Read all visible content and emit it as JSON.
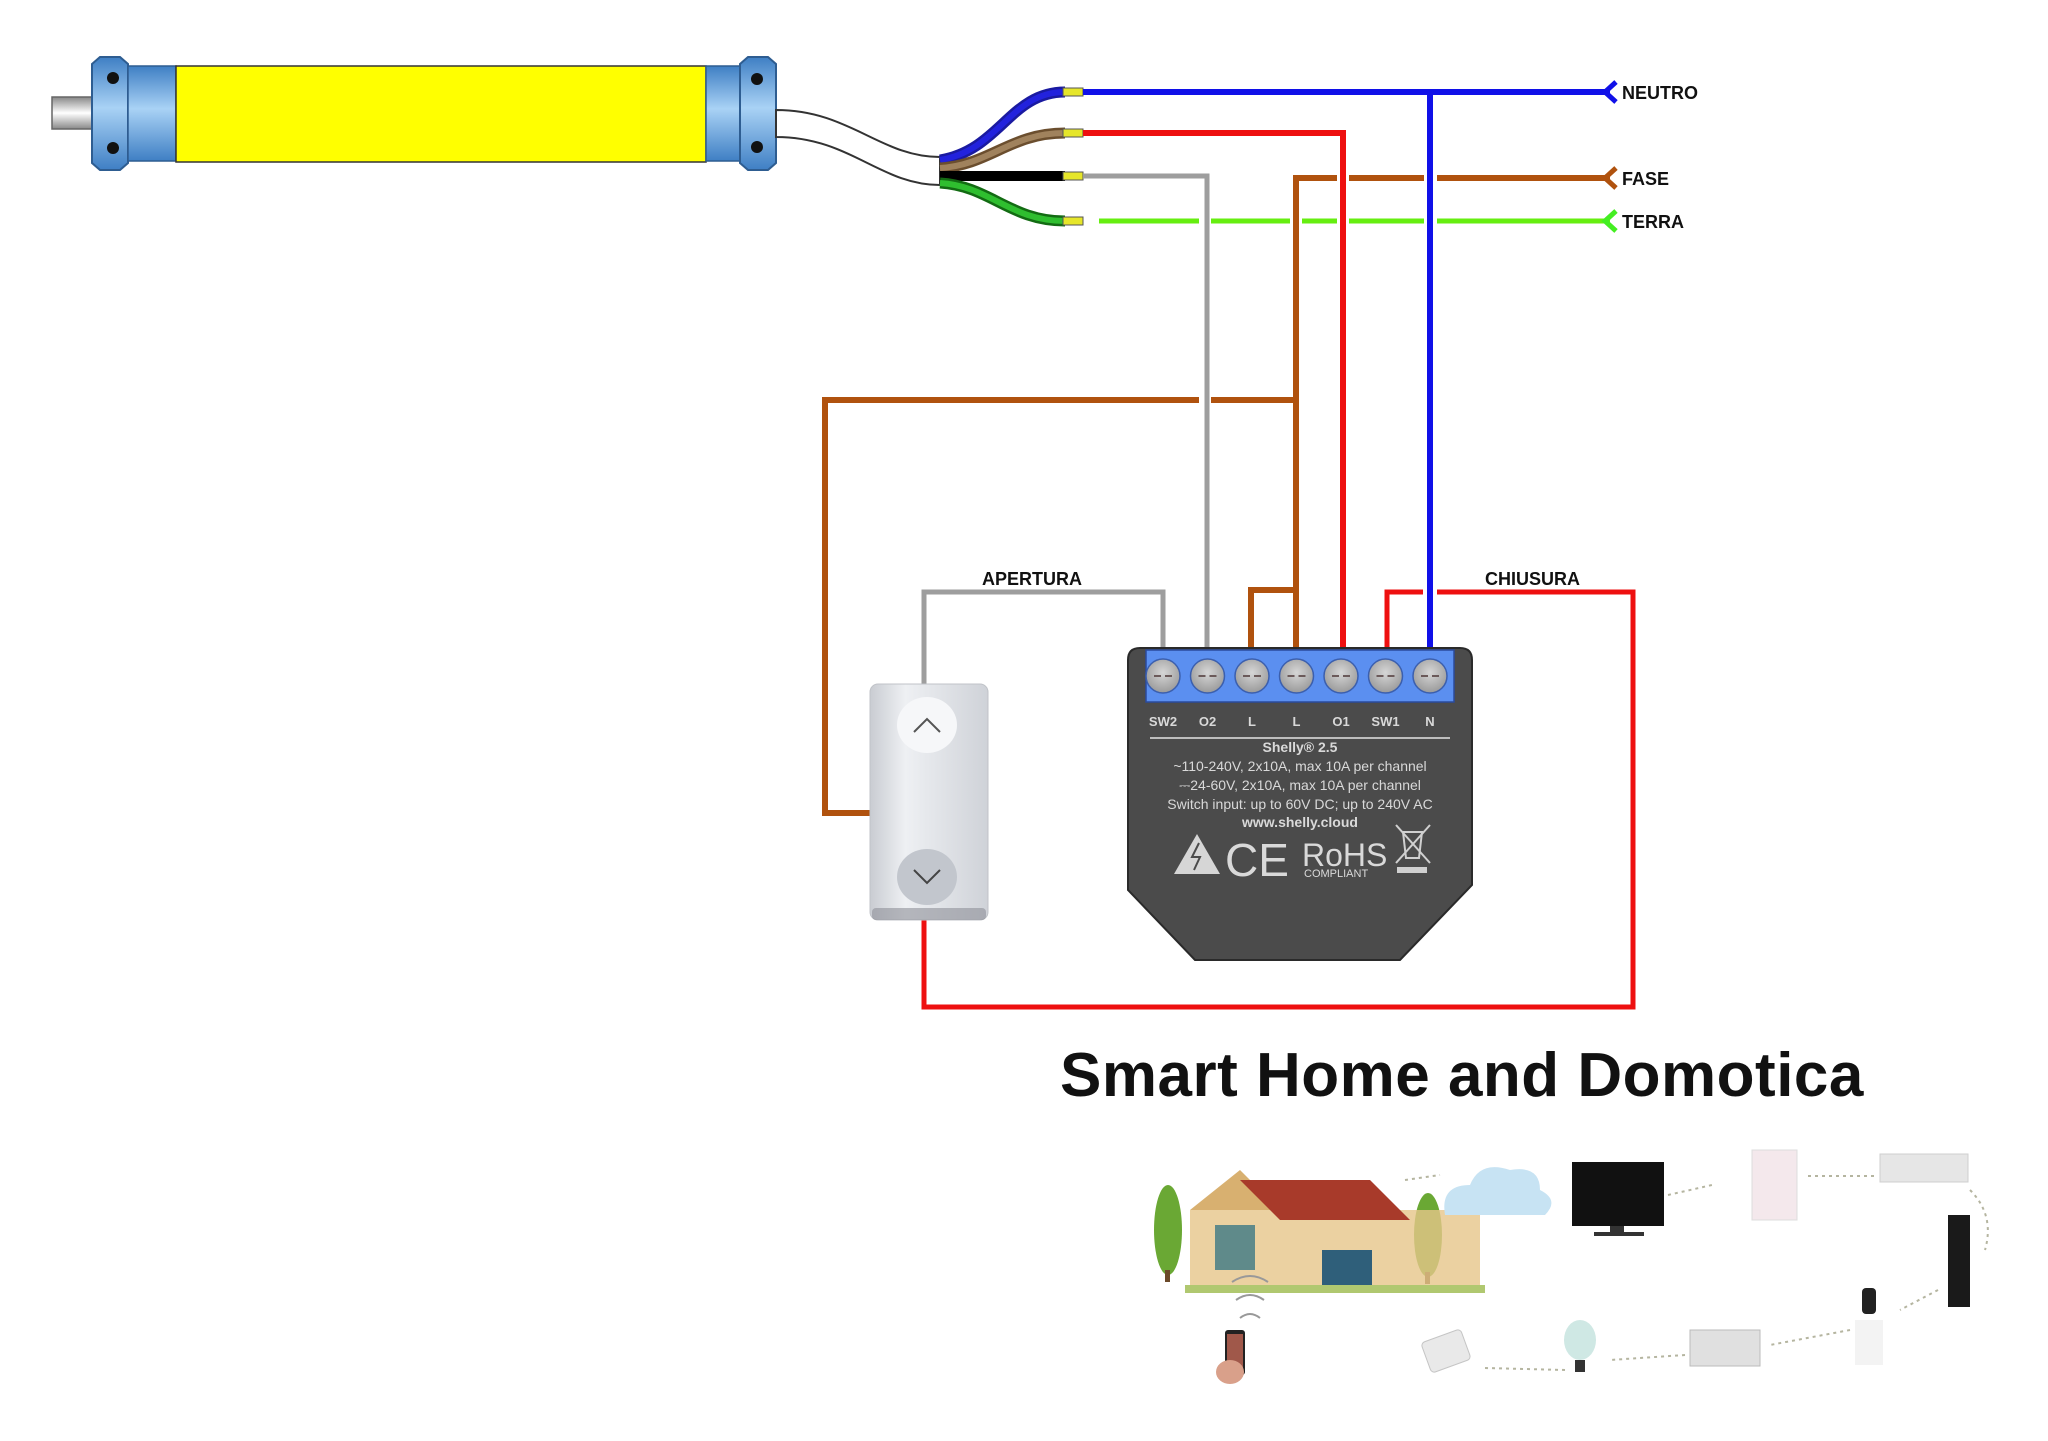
{
  "colors": {
    "neutral_blue": "#1010e8",
    "phase_brown": "#b0520e",
    "earth_green": "#66ee10",
    "output_red": "#ee1010",
    "signal_grey": "#9e9e9e",
    "motor_body": "#ffff00",
    "motor_cap": "#5a9bd8",
    "module_body": "#4a4a4a",
    "terminal_bar": "#5b8ff0"
  },
  "mains": {
    "neutral_label": "NEUTRO",
    "phase_label": "FASE",
    "earth_label": "TERRA"
  },
  "switch": {
    "open_label": "APERTURA",
    "close_label": "CHIUSURA",
    "up_icon": "chevron-up",
    "down_icon": "chevron-down"
  },
  "module": {
    "terminals": [
      "SW2",
      "O2",
      "L",
      "L",
      "O1",
      "SW1",
      "N"
    ],
    "model": "Shelly® 2.5",
    "spec_ac": "~110-240V, 2x10A, max 10A per channel",
    "spec_dc": "⎓24-60V, 2x10A, max 10A per channel",
    "spec_switch": "Switch input: up to 60V DC; up to 240V AC",
    "website": "www.shelly.cloud",
    "ce_mark": "CE",
    "rohs": "RoHS",
    "rohs_sub": "COMPLIANT"
  },
  "footer": {
    "title": "Smart Home and Domotica"
  }
}
